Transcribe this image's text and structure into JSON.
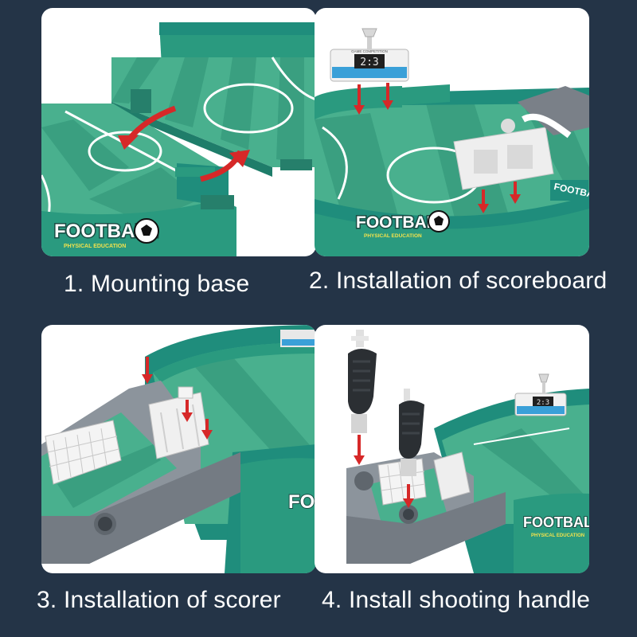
{
  "steps": [
    {
      "caption": "1. Mounting base"
    },
    {
      "caption": "2. Installation of scoreboard"
    },
    {
      "caption": "3. Installation of scorer"
    },
    {
      "caption": "4. Install shooting handle"
    }
  ],
  "product": {
    "brand": "FOOTBALL",
    "tagline": "PHYSICAL EDUCATION",
    "scoreboard_display": "2:3",
    "scoreboard_banner": "GAME COMPETITION"
  },
  "colors": {
    "background": "#243447",
    "field_light": "#49b08e",
    "field_dark": "#2f8f73",
    "rail": "#1f8d7c",
    "arrow": "#d62828",
    "plastic_grey": "#8c949c"
  }
}
